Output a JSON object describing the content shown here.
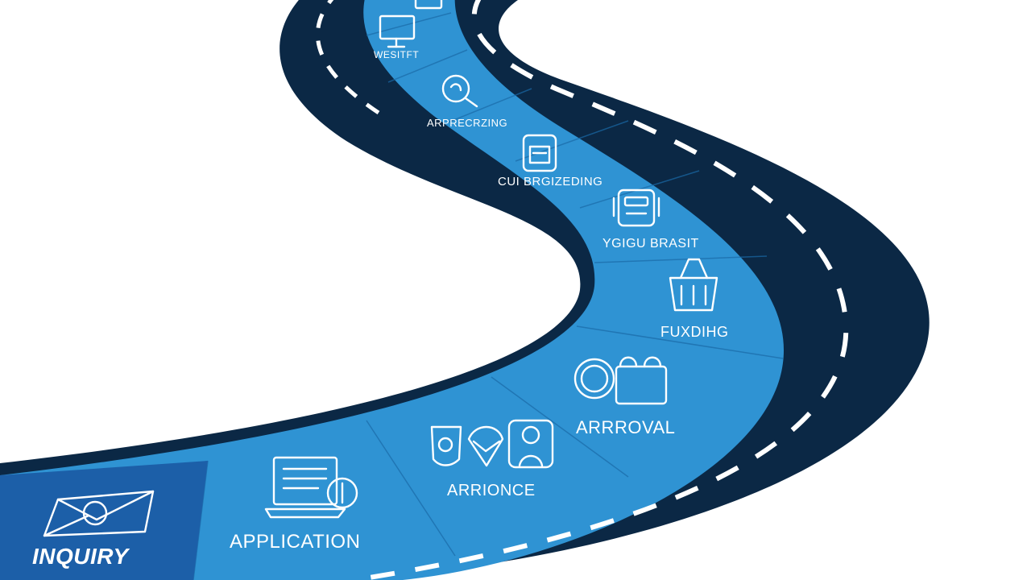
{
  "theme": {
    "road_dark": "#0b2845",
    "road_edge": "#071c33",
    "lane_light": "#2f93d3",
    "lane_mid": "#1f7fc2",
    "lane_first": "#1c5fa8",
    "dash": "#ffffff",
    "background": "#ffffff"
  },
  "stages": [
    {
      "label": "INQUIRY",
      "icon": "envelope-icon"
    },
    {
      "label": "APPLICATION",
      "icon": "laptop-document-icon"
    },
    {
      "label": "ARRIONCE",
      "icon": "people-badges-icon"
    },
    {
      "label": "ARRROVAL",
      "icon": "approval-seal-icon"
    },
    {
      "label": "FUXDIHG",
      "icon": "shopping-basket-icon"
    },
    {
      "label": "YGIGU BRASIT",
      "icon": "robot-device-icon"
    },
    {
      "label": "CUI BRGIZEDING",
      "icon": "framed-document-icon"
    },
    {
      "label": "ARPRECRZING",
      "icon": "magnifier-icon"
    },
    {
      "label": "WESITFT",
      "icon": "presentation-board-icon"
    }
  ]
}
